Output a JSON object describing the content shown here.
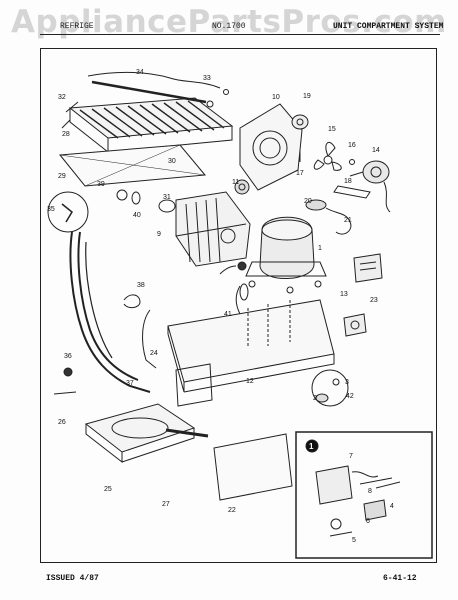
{
  "watermark": "AppliancePartsPros.com",
  "header": {
    "left": "REFRIGE",
    "mid": "NO.1700",
    "right": "UNIT COMPARTMENT SYSTEM"
  },
  "footer": {
    "issued": "ISSUED 4/87",
    "page": "6-41-12"
  },
  "inset": {
    "label": "1"
  },
  "parts": [
    "1",
    "2",
    "3",
    "4",
    "5",
    "6",
    "7",
    "8",
    "9",
    "10",
    "11",
    "12",
    "13",
    "14",
    "15",
    "16",
    "17",
    "18",
    "19",
    "20",
    "21",
    "22",
    "23",
    "24",
    "25",
    "26",
    "27",
    "28",
    "29",
    "30",
    "31",
    "32",
    "33",
    "34",
    "35",
    "36",
    "37",
    "38",
    "39",
    "40",
    "41",
    "42"
  ]
}
